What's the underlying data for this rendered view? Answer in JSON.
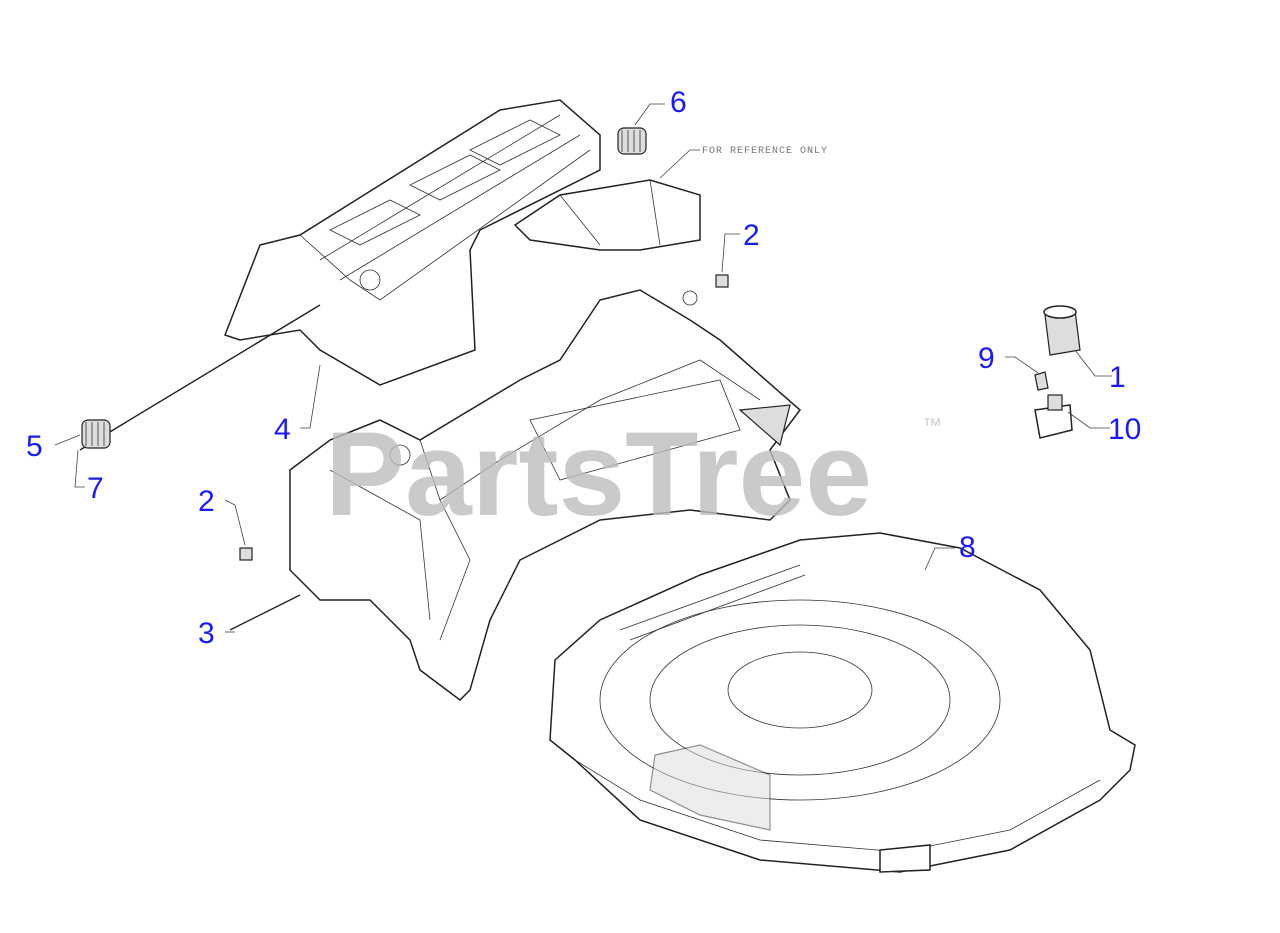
{
  "diagram": {
    "watermark": "PartsTree",
    "watermark_mark": "™",
    "reference_note": "FOR REFERENCE ONLY",
    "callout_color": "#1a1aff",
    "callouts": [
      {
        "id": "c1",
        "label": "1",
        "part": "knob"
      },
      {
        "id": "c2a",
        "label": "2",
        "part": "nut-upper"
      },
      {
        "id": "c2b",
        "label": "2",
        "part": "nut-lower"
      },
      {
        "id": "c3",
        "label": "3",
        "part": "screw"
      },
      {
        "id": "c4",
        "label": "4",
        "part": "rear-frame"
      },
      {
        "id": "c5",
        "label": "5",
        "part": "rod"
      },
      {
        "id": "c6",
        "label": "6",
        "part": "spring-upper"
      },
      {
        "id": "c7",
        "label": "7",
        "part": "spring-lower"
      },
      {
        "id": "c8",
        "label": "8",
        "part": "deck"
      },
      {
        "id": "c9",
        "label": "9",
        "part": "screw-small"
      },
      {
        "id": "c10",
        "label": "10",
        "part": "knob-base"
      }
    ]
  }
}
